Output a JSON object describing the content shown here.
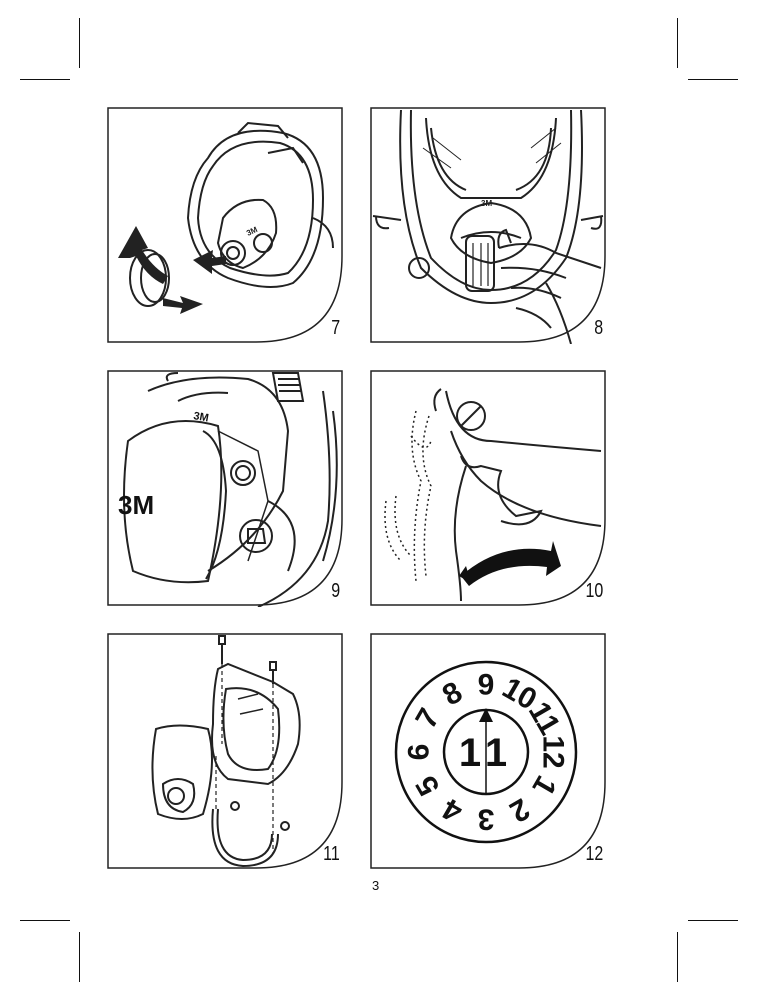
{
  "page": {
    "page_number": "3",
    "brand_mark": "3M"
  },
  "figures": [
    {
      "id": "fig-7",
      "label": "7",
      "icon": "mask-filter-attach-icon"
    },
    {
      "id": "fig-8",
      "label": "8",
      "icon": "mask-cartridge-insert-icon"
    },
    {
      "id": "fig-9",
      "label": "9",
      "icon": "mask-filter-closeup-icon"
    },
    {
      "id": "fig-10",
      "label": "10",
      "icon": "strap-rotate-icon"
    },
    {
      "id": "fig-11",
      "label": "11",
      "icon": "mask-exploded-view-icon"
    },
    {
      "id": "fig-12",
      "label": "12",
      "icon": "date-dial-icon"
    }
  ],
  "date_dial": {
    "months": [
      "1",
      "2",
      "3",
      "4",
      "5",
      "6",
      "7",
      "8",
      "9",
      "10",
      "11",
      "12"
    ],
    "year": "11"
  }
}
